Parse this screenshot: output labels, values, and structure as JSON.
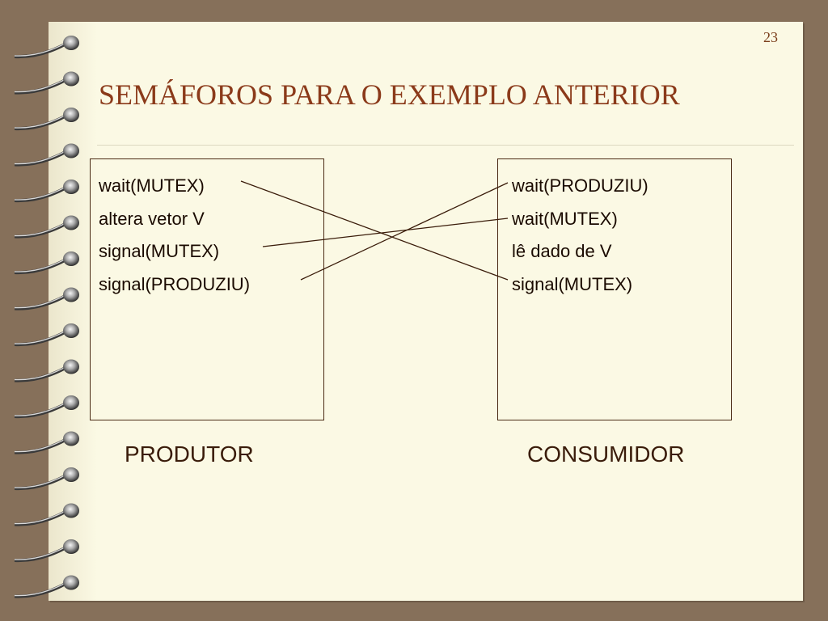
{
  "slide": {
    "number": "23",
    "title": "SEMÁFOROS PARA O EXEMPLO ANTERIOR"
  },
  "produtor": {
    "label": "PRODUTOR",
    "lines": [
      "wait(MUTEX)",
      "altera vetor V",
      "signal(MUTEX)",
      "signal(PRODUZIU)"
    ]
  },
  "consumidor": {
    "label": "CONSUMIDOR",
    "lines": [
      "wait(PRODUZIU)",
      "wait(MUTEX)",
      "lê dado de V",
      "signal(MUTEX)"
    ]
  },
  "colors": {
    "background": "#86705a",
    "paper": "#fbf9e4",
    "title": "#8b3a1a",
    "ink": "#1a0a00"
  }
}
